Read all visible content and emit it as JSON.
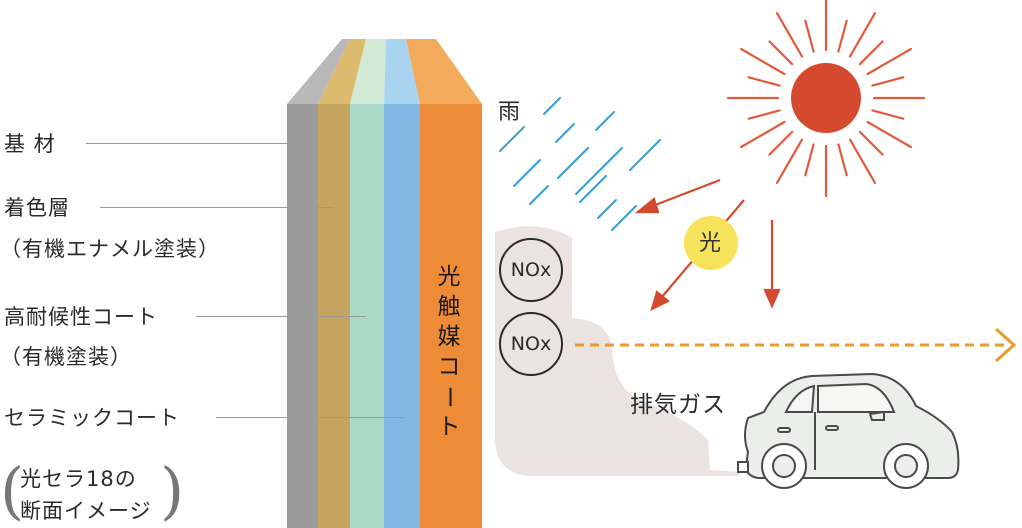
{
  "labels": {
    "substrate": "基 材",
    "color_layer": "着色層",
    "color_layer_sub": "（有機エナメル塗装）",
    "weather_coat": "高耐候性コート",
    "weather_coat_sub": "（有機塗装）",
    "ceramic_coat": "セラミックコート",
    "caption_line1": "光セラ18の",
    "caption_line2": "断面イメージ",
    "photocatalyst": [
      "光",
      "触",
      "媒",
      "コ",
      "ー",
      "ト"
    ],
    "rain": "雨",
    "light": "光",
    "nox_top": "NOx",
    "nox_bottom": "NOx",
    "exhaust": "排気ガス"
  },
  "colors": {
    "substrate": "#9b9b9b",
    "color_layer": "#c4a45e",
    "weather_coat": "#acdac9",
    "ceramic_coat": "#84b8e4",
    "photocatalyst": "#ee8b36",
    "sun": "#d54a2e",
    "rays": "#e15a3c",
    "rain": "#3a9bd0",
    "light_circle": "#f6e25b",
    "smoke": "#ebe3df",
    "arrow_dashed": "#ea9a2a"
  },
  "icons": {
    "sun": "sun-icon",
    "car": "car-icon",
    "rain": "rain-icon"
  }
}
